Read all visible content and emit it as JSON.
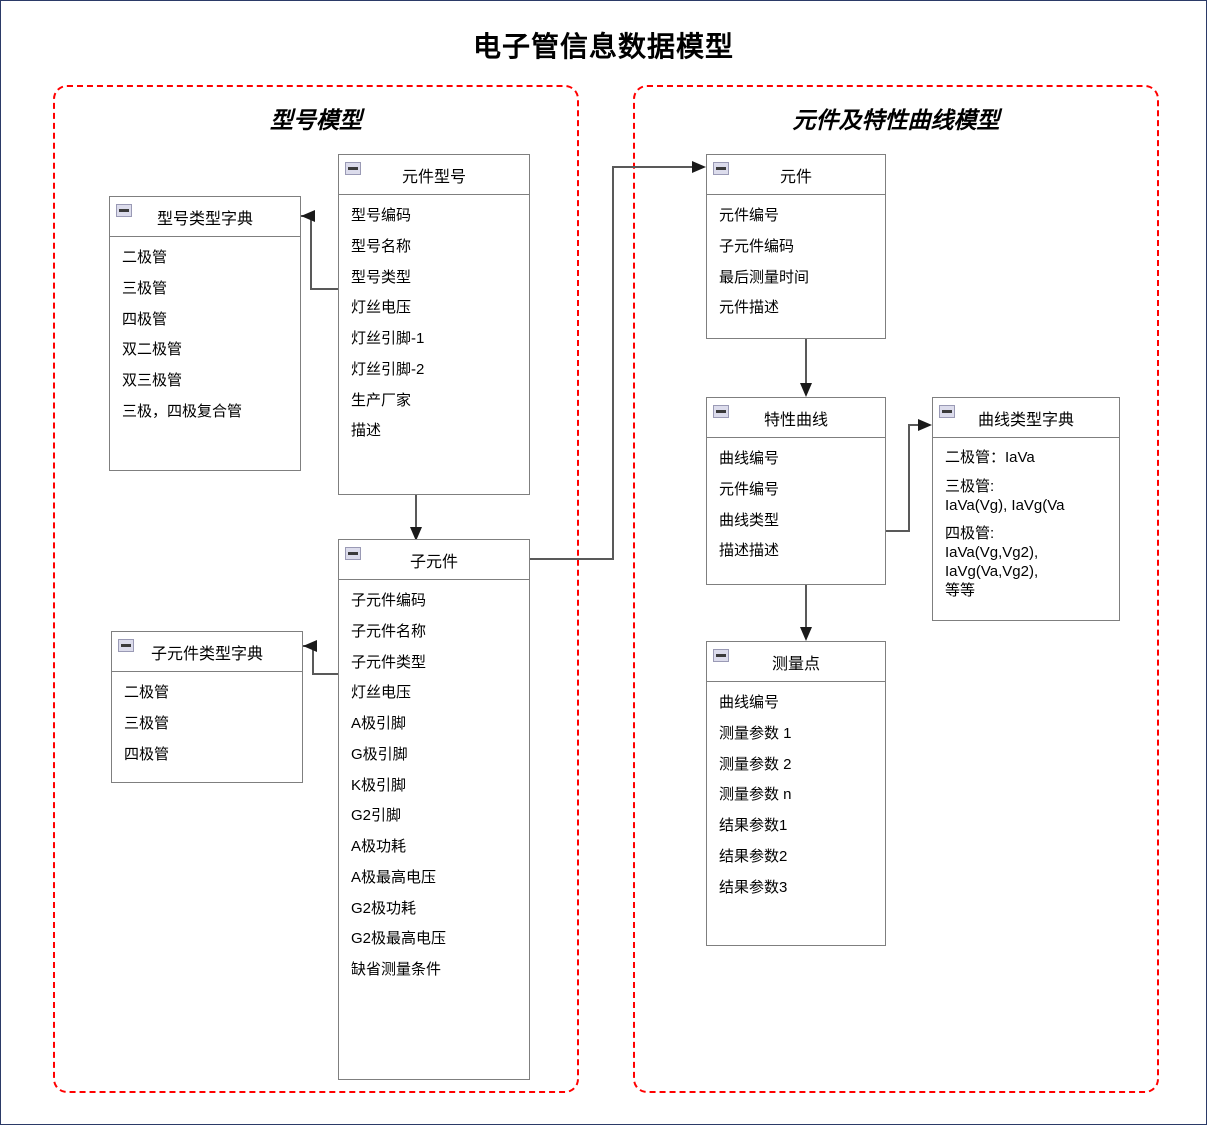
{
  "title": "电子管信息数据模型",
  "groups": [
    {
      "id": "model-group",
      "title": "型号模型"
    },
    {
      "id": "component-curve-group",
      "title": "元件及特性曲线模型"
    }
  ],
  "entities": {
    "model_type_dict": {
      "title": "型号类型字典",
      "icon": "collapse-minus-icon",
      "fields": [
        "二极管",
        "三极管",
        "四极管",
        "双二极管",
        "双三极管",
        "三极，四极复合管"
      ]
    },
    "component_model": {
      "title": "元件型号",
      "icon": "collapse-minus-icon",
      "fields": [
        "型号编码",
        "型号名称",
        "型号类型",
        "灯丝电压",
        "灯丝引脚-1",
        "灯丝引脚-2",
        "生产厂家",
        "描述"
      ]
    },
    "sub_component": {
      "title": "子元件",
      "icon": "collapse-minus-icon",
      "fields": [
        "子元件编码",
        "子元件名称",
        "子元件类型",
        "灯丝电压",
        "A极引脚",
        "G极引脚",
        "K极引脚",
        "G2引脚",
        "A极功耗",
        "A极最高电压",
        "G2极功耗",
        "G2极最高电压",
        "缺省测量条件"
      ]
    },
    "sub_component_type_dict": {
      "title": "子元件类型字典",
      "icon": "collapse-minus-icon",
      "fields": [
        "二极管",
        "三极管",
        "四极管"
      ]
    },
    "component": {
      "title": "元件",
      "icon": "collapse-minus-icon",
      "fields": [
        "元件编号",
        "子元件编码",
        "最后测量时间",
        "元件描述"
      ]
    },
    "characteristic_curve": {
      "title": "特性曲线",
      "icon": "collapse-minus-icon",
      "fields": [
        "曲线编号",
        "元件编号",
        "曲线类型",
        "描述描述"
      ]
    },
    "curve_type_dict": {
      "title": "曲线类型字典",
      "icon": "collapse-minus-icon",
      "fields": [
        "二极管：IaVa",
        "三极管:\nIaVa(Vg), IaVg(Va",
        "四极管:\nIaVa(Vg,Vg2),\nIaVg(Va,Vg2),\n等等"
      ]
    },
    "measure_point": {
      "title": "测量点",
      "icon": "collapse-minus-icon",
      "fields": [
        "曲线编号",
        "测量参数 1",
        "测量参数 2",
        "测量参数 n",
        "结果参数1",
        "结果参数2",
        "结果参数3"
      ]
    }
  },
  "colors": {
    "group_border": "#ff0000",
    "entity_border": "#7f7f7f",
    "wire": "#595959",
    "frame": "#2b3a67",
    "icon_fill": "#dcdcec"
  }
}
